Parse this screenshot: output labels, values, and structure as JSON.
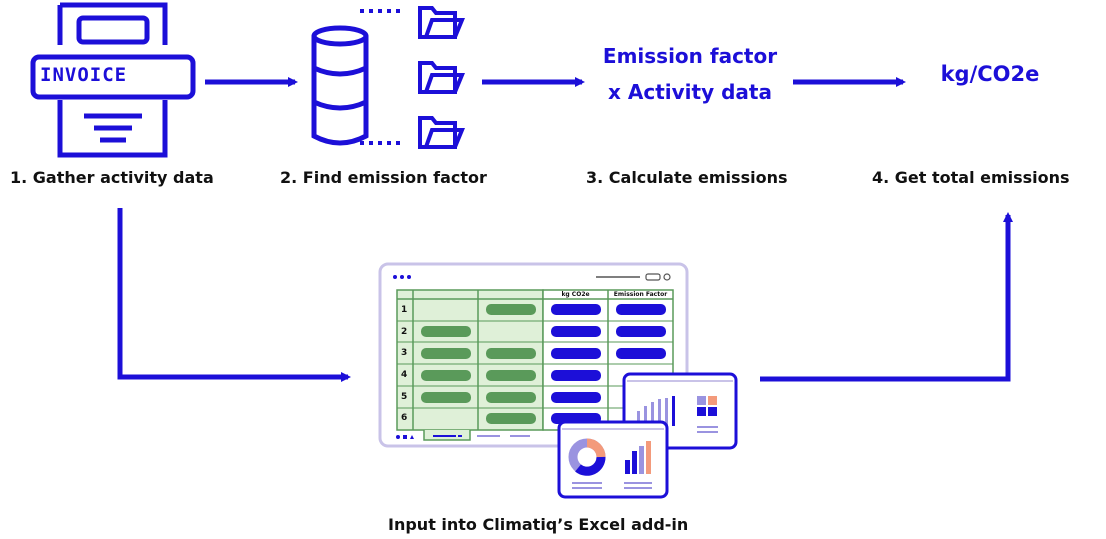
{
  "steps": [
    {
      "label": "1. Gather activity data"
    },
    {
      "label": "2. Find emission factor"
    },
    {
      "label": "3. Calculate emissions"
    },
    {
      "label": "4. Get total emissions"
    }
  ],
  "invoice_text": "INVOICE",
  "formula": {
    "line1": "Emission factor",
    "line2": "x Activity data"
  },
  "result_unit": "kg/CO2e",
  "excel_caption": "Input into Climatiq’s Excel add-in",
  "spreadsheet": {
    "col_headers": [
      "kg CO2e",
      "Emission Factor"
    ],
    "row_numbers": [
      "1",
      "2",
      "3",
      "4",
      "5",
      "6"
    ]
  },
  "colors": {
    "accent_blue": "#1c0fd8",
    "sheet_green": "#5a9a5a",
    "light_green": "#dff0d8",
    "pie_orange": "#f39a7b"
  }
}
